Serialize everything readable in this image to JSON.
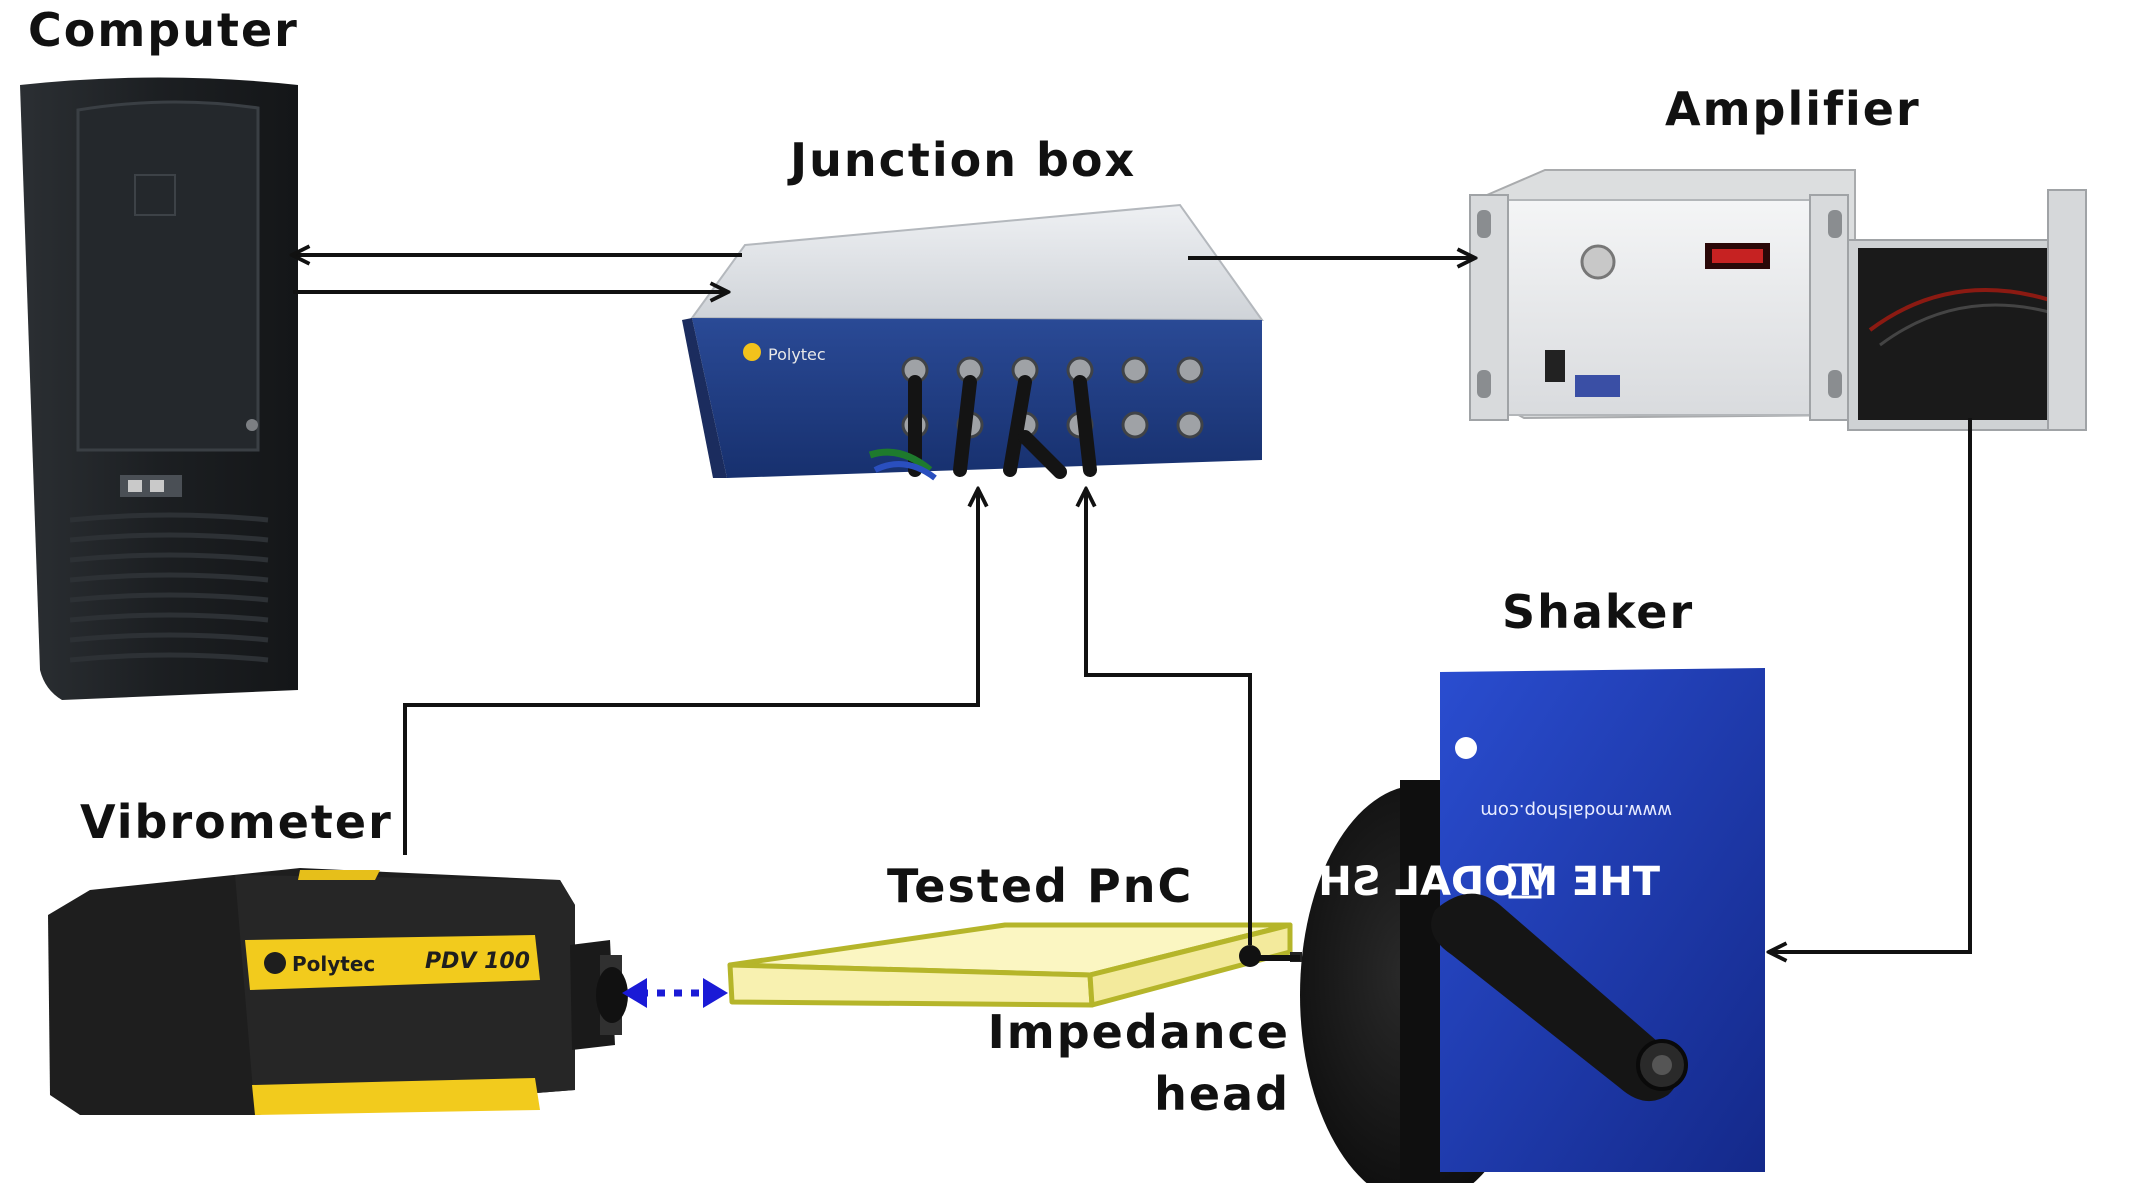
{
  "labels": {
    "computer": "Computer",
    "junction_box": "Junction box",
    "amplifier": "Amplifier",
    "shaker": "Shaker",
    "vibrometer": "Vibrometer",
    "tested_pnc": "Tested PnC",
    "impedance_line1": "Impedance",
    "impedance_line2": "head"
  },
  "device_text": {
    "junction_brand": "Polytec",
    "vibrometer_brand": "Polytec",
    "vibrometer_model": "PDV 100",
    "shaker_brand": "THE MODAL SH",
    "shaker_web": "www.modalshop.com"
  },
  "colors": {
    "connector": "#111111",
    "laser": "#1a1ad6",
    "pnc_fill": "#fbf6c2",
    "pnc_stroke": "#b5b52a",
    "shaker_blue": "#1d3bb3",
    "vibrometer_yellow": "#f2cb1d",
    "junction_blue": "#1f3d86"
  }
}
